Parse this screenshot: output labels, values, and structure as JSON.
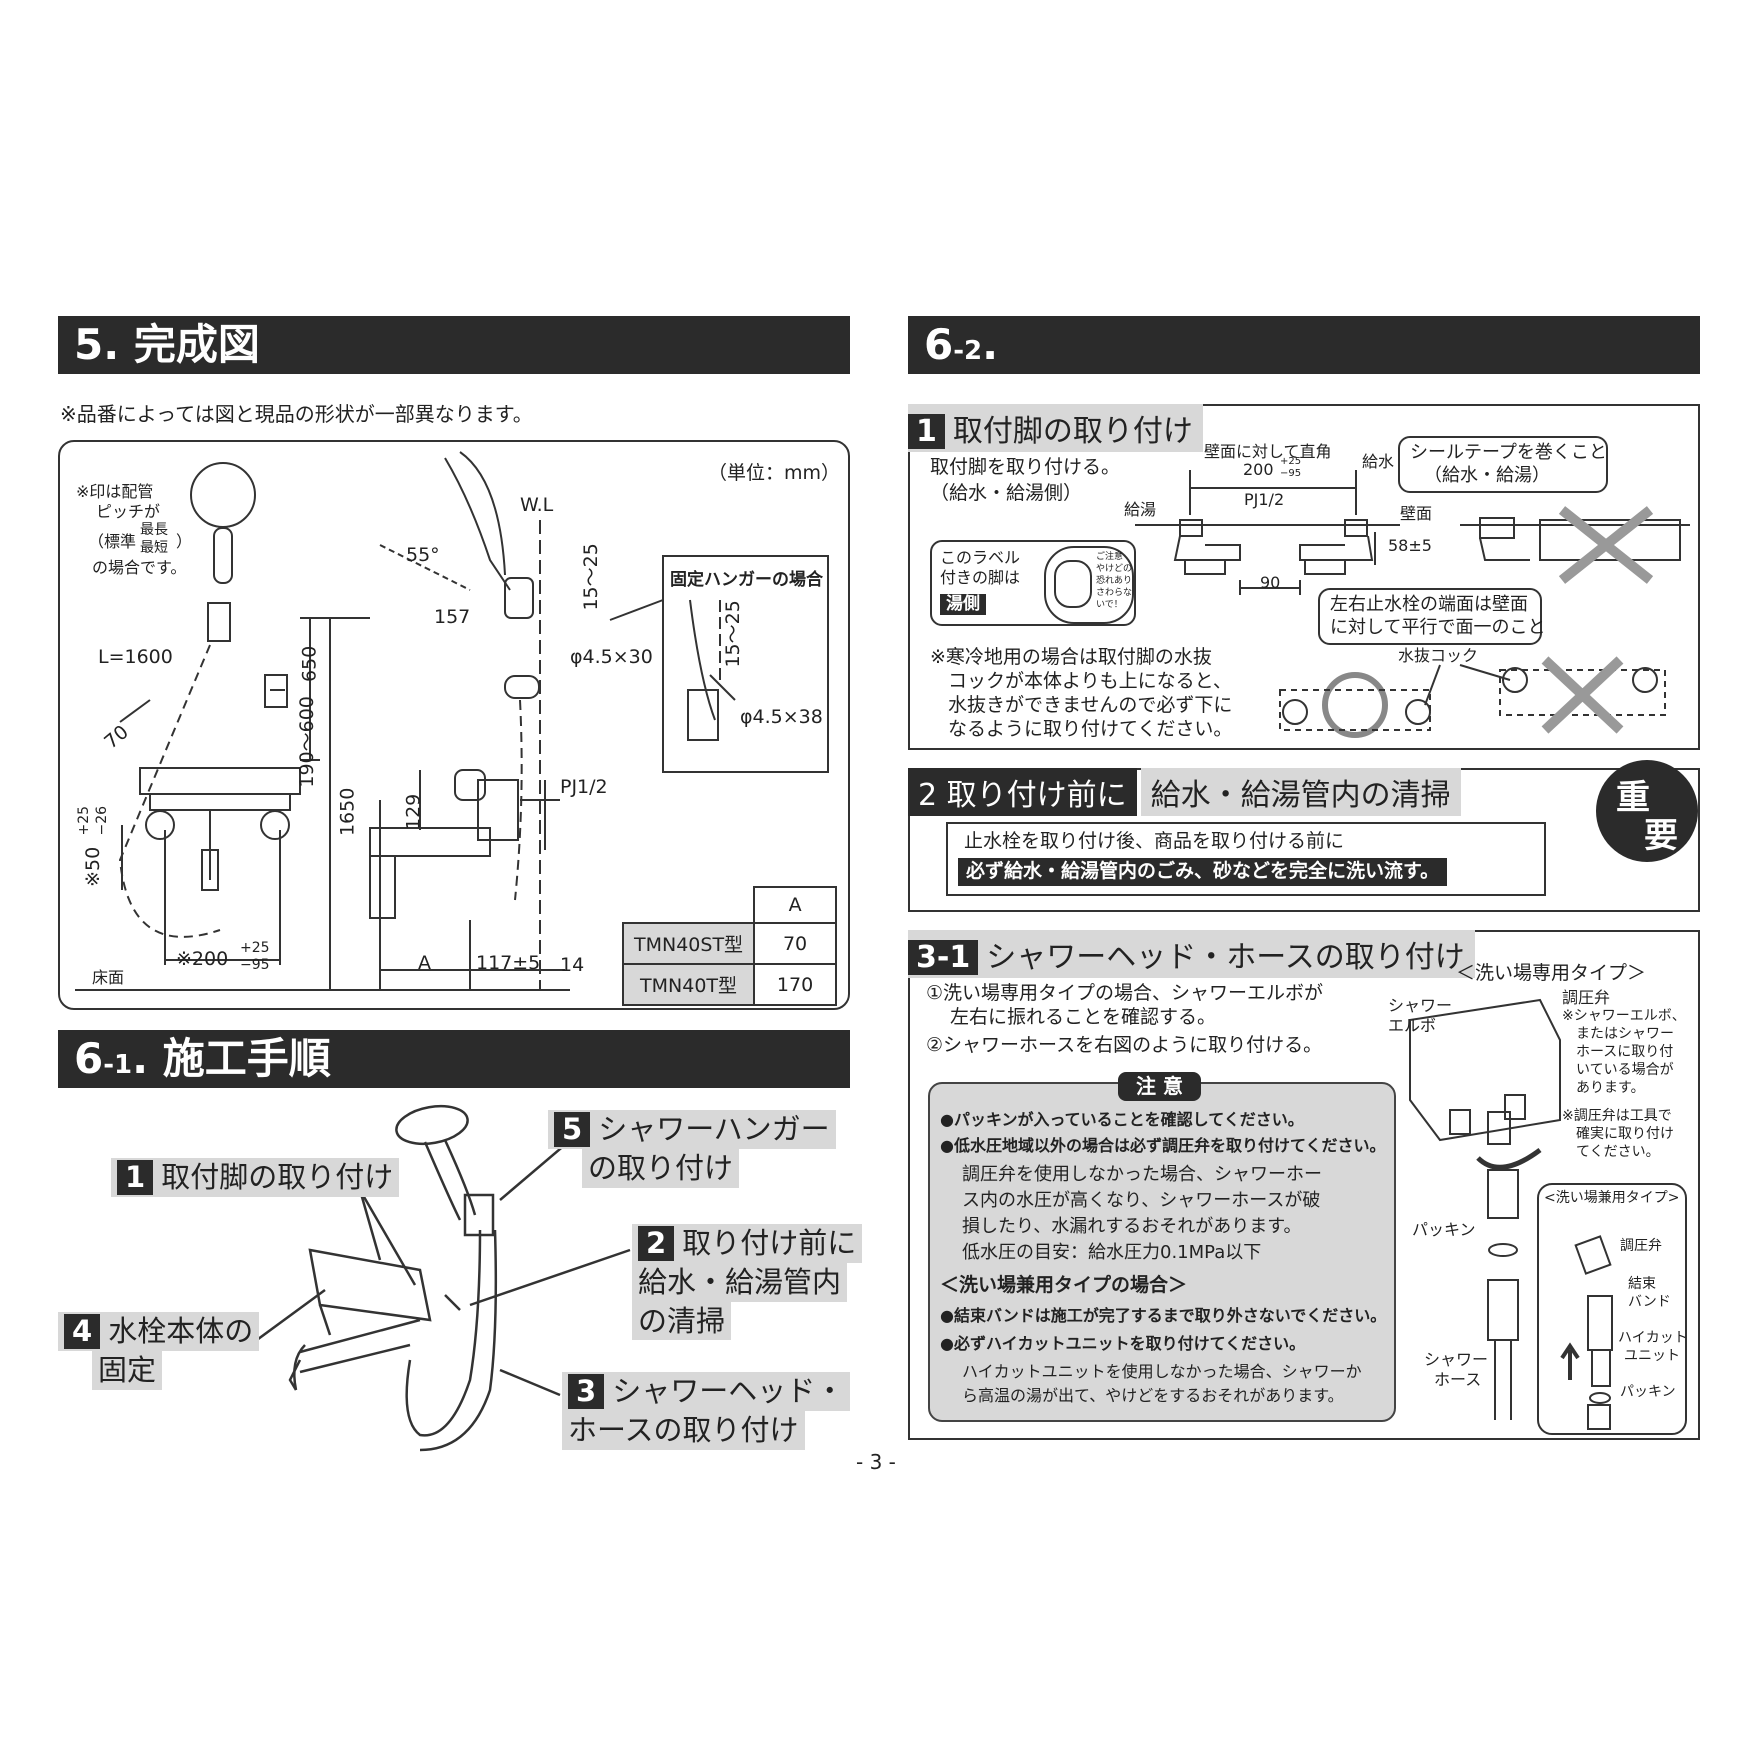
{
  "page_number": "- 3 -",
  "s5": {
    "header_num": "5.",
    "header_title": "完成図",
    "note": "※品番によっては図と現品の形状が一部異なります。",
    "unit": "（単位：mm）",
    "pitch_note_l1": "※印は配管",
    "pitch_note_l2": "ピッチが",
    "pitch_note_l3a": "（標準",
    "pitch_note_max": "最長",
    "pitch_note_min": "最短",
    "pitch_note_l3b": "）",
    "pitch_note_l4": "の場合です。",
    "hose_length": "L=1600",
    "dim_70": "70",
    "dim_50": "※50",
    "dim_50_tol_plus": "+25",
    "dim_50_tol_minus": "−26",
    "dim_200": "※200",
    "dim_200_tol_plus": "+25",
    "dim_200_tol_minus": "−95",
    "floor": "床面",
    "dim_650": "650",
    "dim_190_600": "190～600",
    "dim_1650": "1650",
    "angle_55": "55°",
    "dim_157": "157",
    "wl": "W.L",
    "dim_15_25": "15～25",
    "screw_30": "φ4.5×30",
    "dim_129": "129",
    "pj": "PJ1/2",
    "dim_a": "A",
    "dim_117": "117±5",
    "dim_14": "14",
    "fixed_hanger_title": "固定ハンガーの場合",
    "fixed_dim_15_25": "15～25",
    "screw_38": "φ4.5×38",
    "table_header": "A",
    "models": [
      {
        "name": "TMN40ST型",
        "a": "70"
      },
      {
        "name": "TMN40T型",
        "a": "170"
      }
    ]
  },
  "s61": {
    "header_num": "6",
    "header_sub": "-1",
    "header_title": ". 施工手順",
    "steps": [
      {
        "num": "1",
        "l1": "取付脚の取り付け",
        "l2": ""
      },
      {
        "num": "2",
        "l1": "取り付け前に",
        "l2": "給水・給湯管内",
        "l3": "の清掃"
      },
      {
        "num": "3",
        "l1": "シャワーヘッド・",
        "l2": "ホースの取り付け"
      },
      {
        "num": "4",
        "l1": "水栓本体の",
        "l2": "固定"
      },
      {
        "num": "5",
        "l1": "シャワーハンガー",
        "l2": "の取り付け"
      }
    ]
  },
  "s62": {
    "header_num": "6",
    "header_sub": "-2",
    "header_dot": ".",
    "step1": {
      "num": "1",
      "title": "取付脚の取り付け",
      "text_l1": "取付脚を取り付ける。",
      "text_l2": "（給水・給湯側）",
      "perpendicular": "壁面に対して直角",
      "dim_200": "200",
      "dim_200_tol_plus": "+25",
      "dim_200_tol_minus": "−95",
      "supply_water": "給水",
      "supply_hot": "給湯",
      "pj": "PJ1/2",
      "wall": "壁面",
      "dim_58": "58±5",
      "dim_90": "90",
      "seal_l1": "シールテープを巻くこと",
      "seal_l2": "（給水・給湯）",
      "label_l1": "このラベル",
      "label_l2": "付きの脚は",
      "label_l3": "湯側",
      "label_caution": "ご注意",
      "label_caution_l1": "やけどの",
      "label_caution_l2": "恐れあり",
      "label_caution_l3": "さわらな",
      "label_caution_l4": "いで！",
      "flush_l1": "左右止水栓の端面は壁面",
      "flush_l2": "に対して平行で面一のこと",
      "cold_l1": "※寒冷地用の場合は取付脚の水抜",
      "cold_l2": "コックが本体よりも上になると、",
      "cold_l3": "水抜きができませんので必ず下に",
      "cold_l4": "なるように取り付けてください。",
      "drain_cock": "水抜コック"
    },
    "step2": {
      "num": "2",
      "title_a": "取り付け前に",
      "title_b": "給水・給湯管内の清掃",
      "line1": "止水栓を取り付け後、商品を取り付ける前に",
      "line2": "必ず給水・給湯管内のごみ、砂などを完全に洗い流す。",
      "badge_1": "重",
      "badge_2": "要"
    },
    "step3": {
      "num": "3-1",
      "title": "シャワーヘッド・ホースの取り付け",
      "type_washing": "＜洗い場専用タイプ＞",
      "item1_l1": "①洗い場専用タイプの場合、シャワーエルボが",
      "item1_l2": "左右に振れることを確認する。",
      "item2": "②シャワーホースを右図のように取り付ける。",
      "elbow_l1": "シャワー",
      "elbow_l2": "エルボ",
      "regulator": "調圧弁",
      "reg_note_l1": "※シャワーエルボ、",
      "reg_note_l2": "またはシャワー",
      "reg_note_l3": "ホースに取り付",
      "reg_note_l4": "いている場合が",
      "reg_note_l5": "あります。",
      "reg_note2_l1": "※調圧弁は工具で",
      "reg_note2_l2": "確実に取り付け",
      "reg_note2_l3": "てください。",
      "packing": "パッキン",
      "hose_l1": "シャワー",
      "hose_l2": "ホース",
      "type_shared": "<洗い場兼用タイプ>",
      "shared_regulator": "調圧弁",
      "band_l1": "結束",
      "band_l2": "バンド",
      "hicut_l1": "ハイカット",
      "hicut_l2": "ユニット",
      "shared_packing": "パッキン",
      "caution_title": "注 意",
      "c1": "●パッキンが入っていることを確認してください。",
      "c2": "●低水圧地域以外の場合は必ず調圧弁を取り付けてください。",
      "c2_d1": "調圧弁を使用しなかった場合、シャワーホー",
      "c2_d2": "ス内の水圧が高くなり、シャワーホースが破",
      "c2_d3": "損したり、水漏れするおそれがあります。",
      "c2_d4": "低水圧の目安：給水圧力0.1MPa以下",
      "shared_title": "＜洗い場兼用タイプの場合＞",
      "c3": "●結束バンドは施工が完了するまで取り外さないでください。",
      "c4": "●必ずハイカットユニットを取り付けてください。",
      "c4_d1": "ハイカットユニットを使用しなかった場合、シャワーか",
      "c4_d2": "ら高温の湯が出て、やけどをするおそれがあります。"
    }
  }
}
